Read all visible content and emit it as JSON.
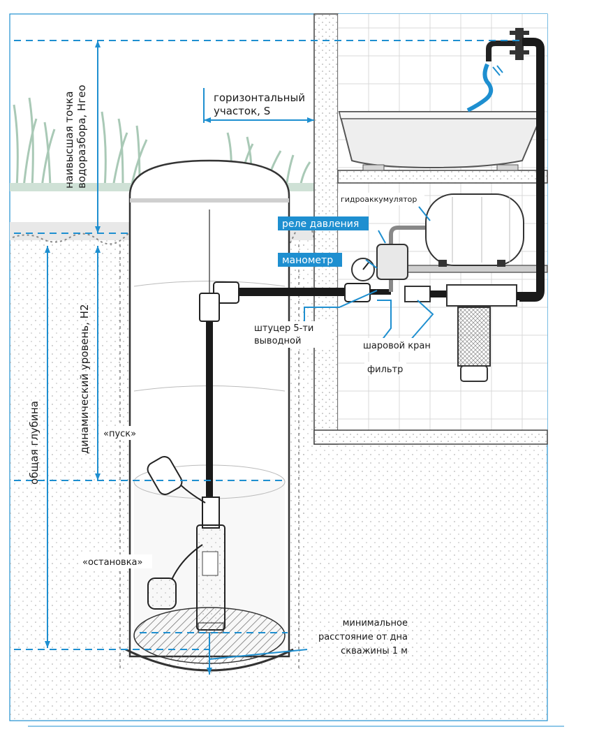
{
  "colors": {
    "accent": "#1e8fd0",
    "pipe": "#1a1a1a",
    "label_bg": "#1e8fd0",
    "soil": "#f2f2f2",
    "grass": "#a9c9b6"
  },
  "labels": {
    "highest_point": [
      "наивысшая точка",
      "водоразбора, Hгео"
    ],
    "horizontal_section": [
      "горизонтальный",
      "участок, S"
    ],
    "dynamic_level": "динамический уровень, H2",
    "total_depth": "общая глубина",
    "accumulator": "гидроаккумулятор",
    "pressure_switch": "реле давления",
    "manometer": "манометр",
    "fitting": [
      "штуцер 5-ти",
      "выводной"
    ],
    "ball_valve": "шаровой кран",
    "filter": "фильтр",
    "start": "«пуск»",
    "stop": "«остановка»",
    "min_distance": [
      "минимальное",
      "расстояние от дна",
      "скважины 1 м"
    ]
  }
}
